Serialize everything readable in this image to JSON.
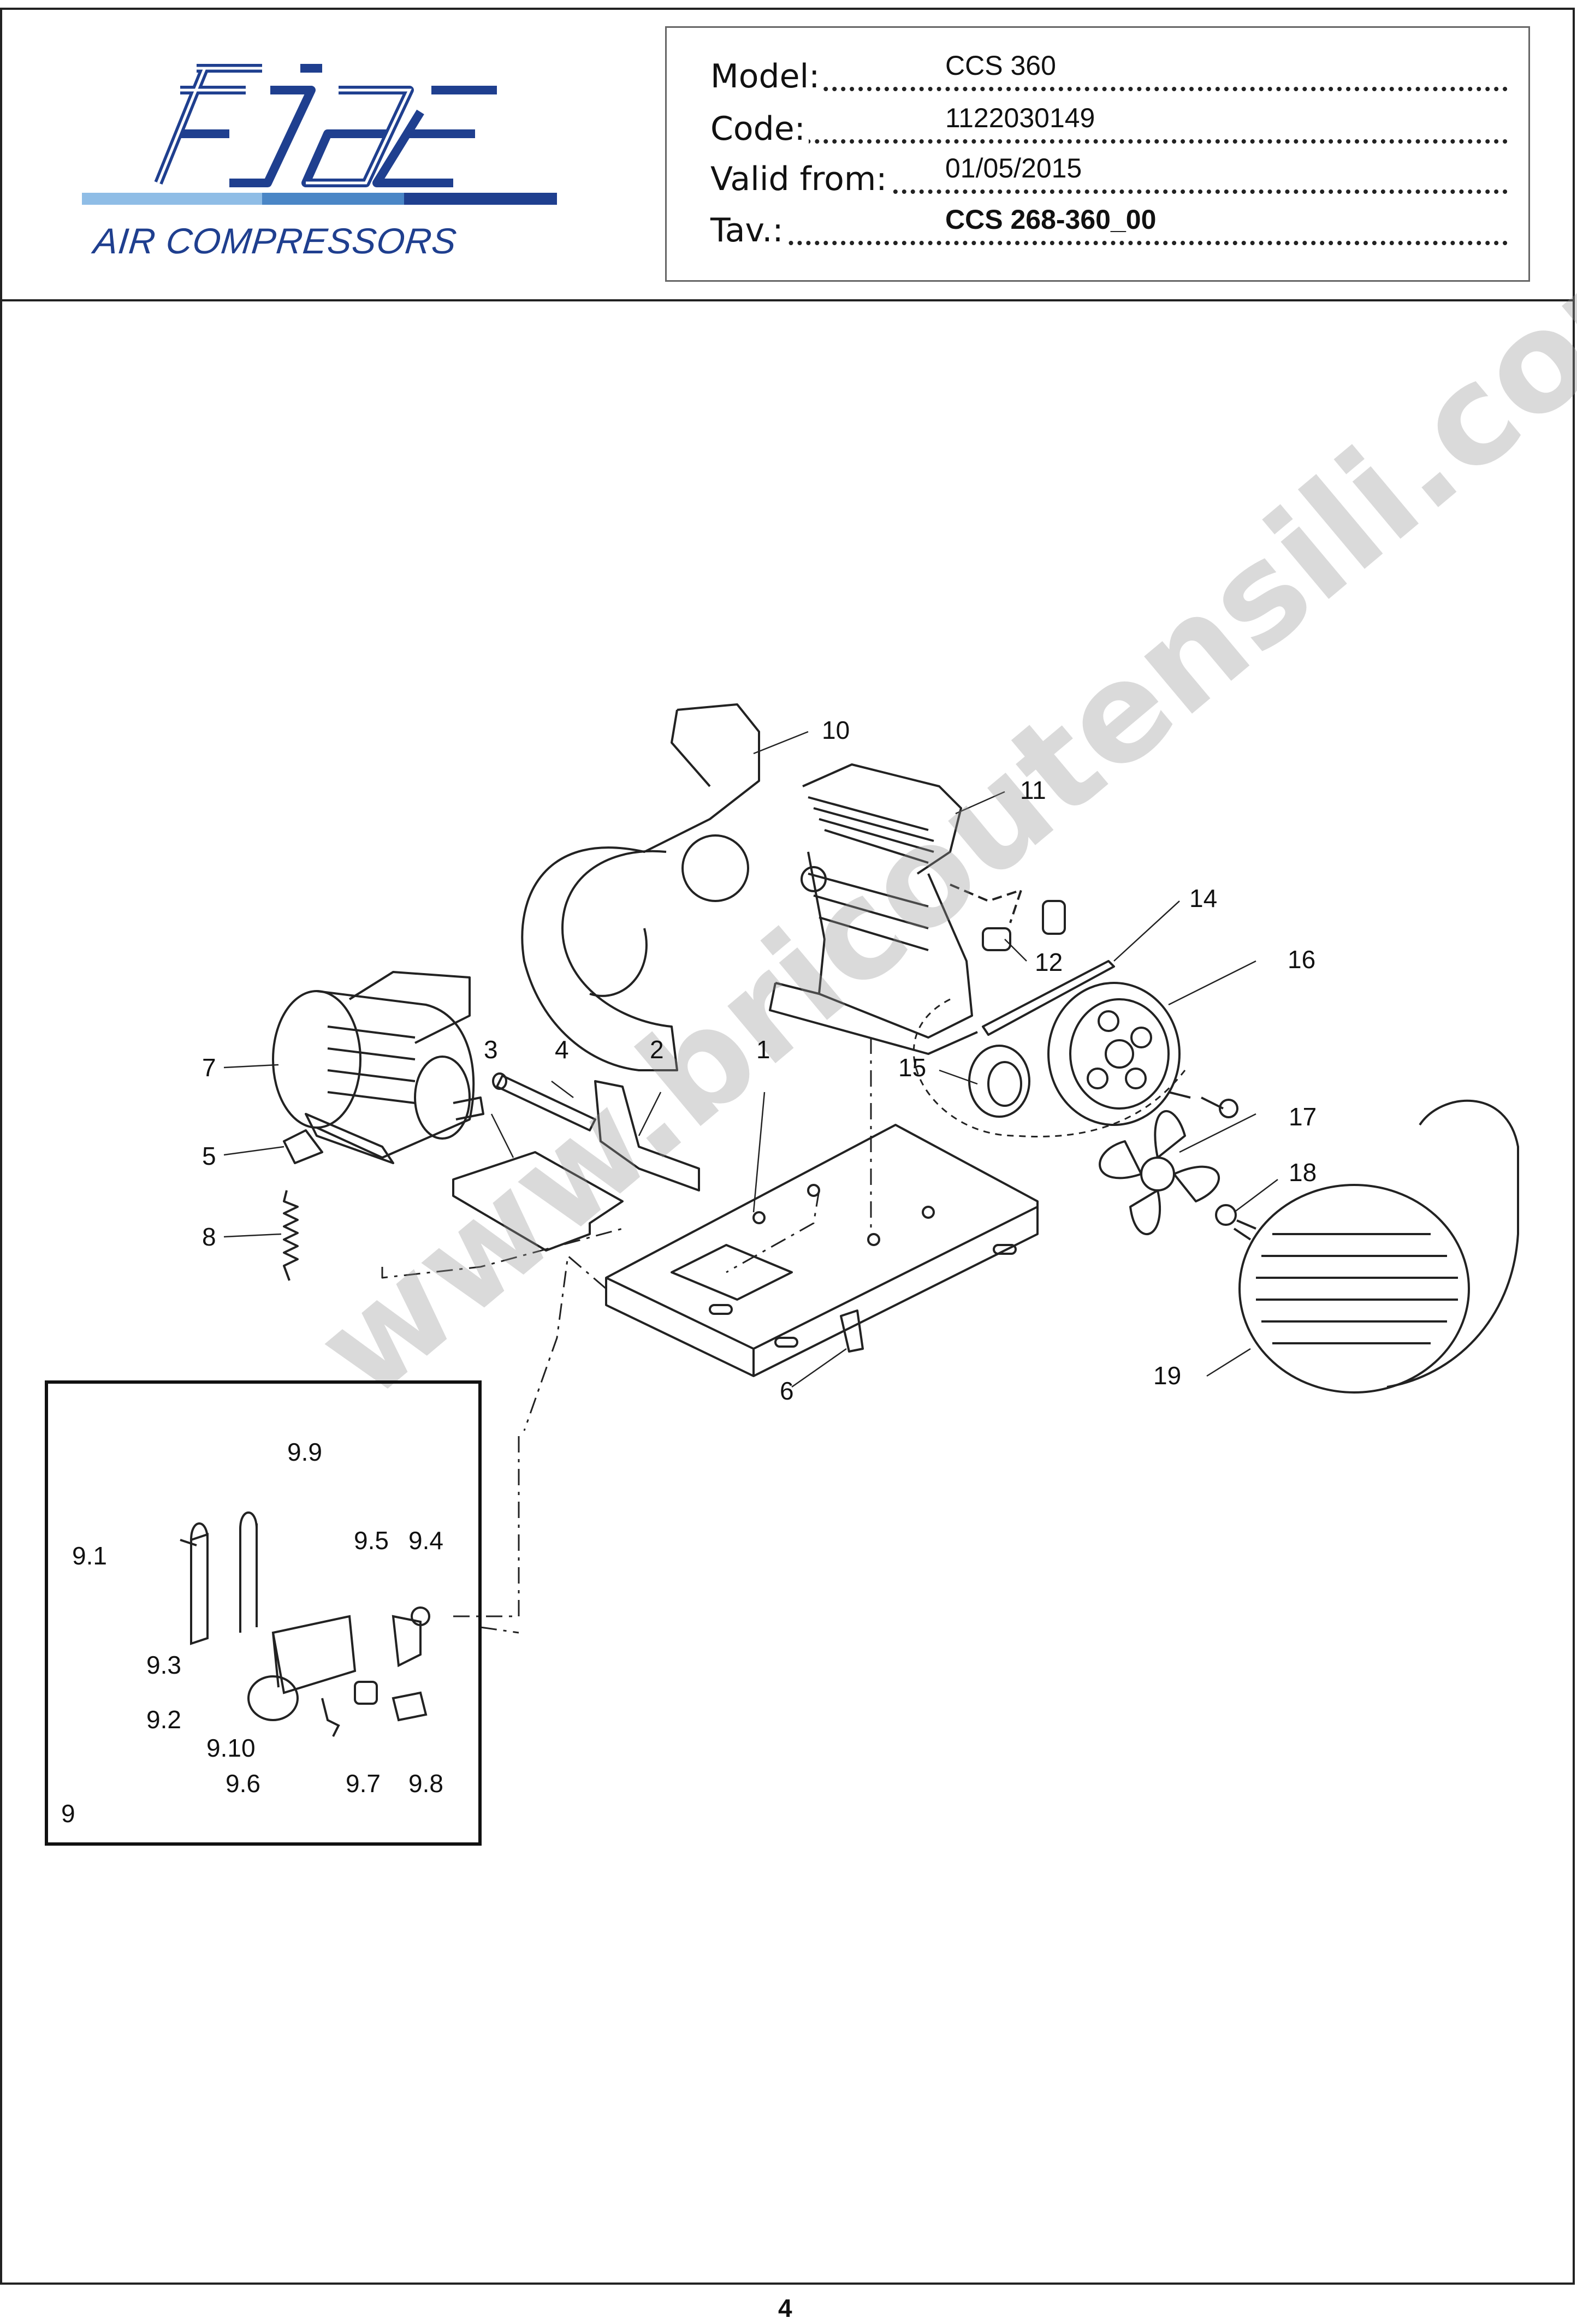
{
  "header": {
    "logo": {
      "brand": "fiac",
      "tagline": "AIR COMPRESSORS",
      "brand_color": "#1f3f8f",
      "stripe_colors": [
        "#1f3f8f",
        "#4a86c6",
        "#8fbde6"
      ]
    },
    "info": [
      {
        "label": "Model:",
        "value": "CCS 360",
        "bold": false
      },
      {
        "label": "Code:",
        "value": "1122030149",
        "bold": false
      },
      {
        "label": "Valid from:",
        "value": "01/05/2015",
        "bold": false
      },
      {
        "label": "Tav.:",
        "value": "CCS 268-360_00",
        "bold": true
      }
    ]
  },
  "diagram": {
    "callouts": [
      "10",
      "11",
      "12",
      "14",
      "16",
      "15",
      "17",
      "18",
      "19",
      "7",
      "5",
      "8",
      "3",
      "4",
      "2",
      "1",
      "6"
    ],
    "inset": {
      "label": "9",
      "callouts": [
        "9.9",
        "9.1",
        "9.5",
        "9.4",
        "9.3",
        "9.2",
        "9.10",
        "9.6",
        "9.7",
        "9.8"
      ]
    },
    "watermark": "www.bricoutensili.com"
  },
  "footer": {
    "page_number": "4"
  }
}
